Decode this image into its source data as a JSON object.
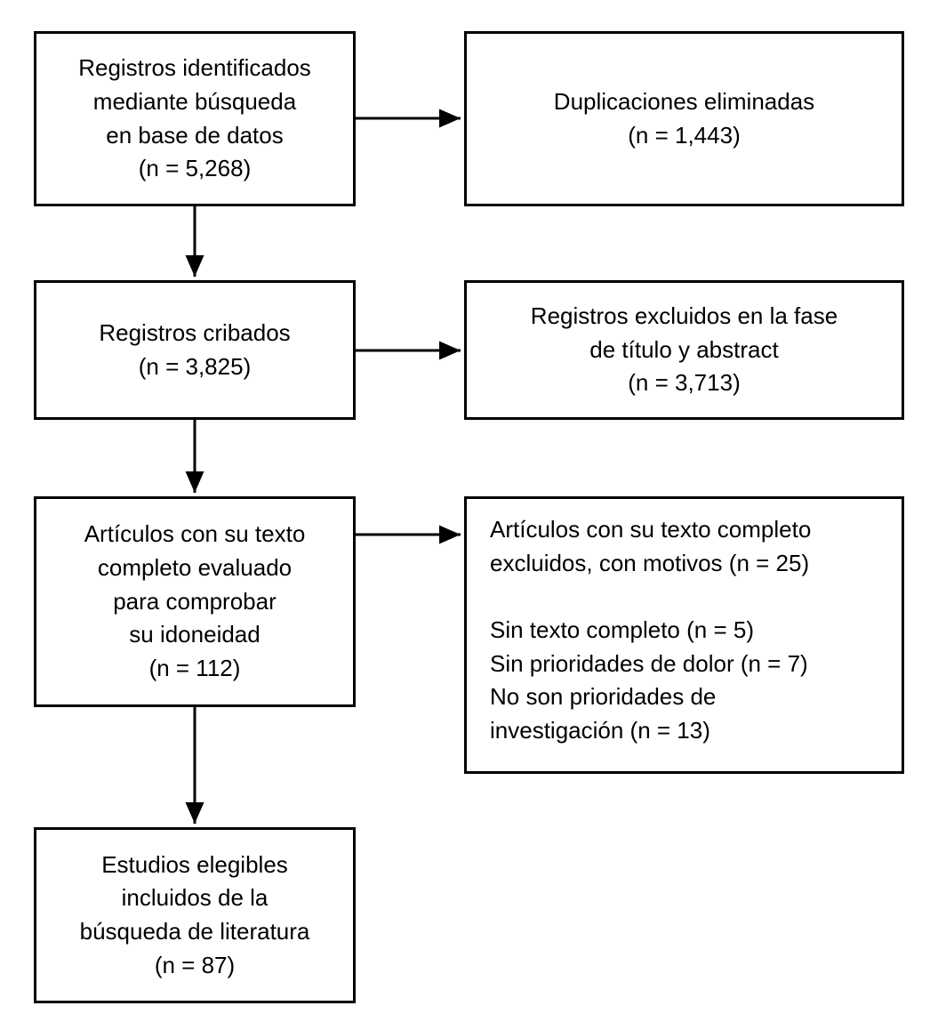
{
  "diagram": {
    "type": "flowchart",
    "language": "es",
    "background_color": "#ffffff",
    "box_border_color": "#000000",
    "text_color": "#000000",
    "boxes": {
      "identified": {
        "text": "Registros identificados\nmediante búsqueda\nen base de datos\n(n = 5,268)",
        "n": 5268
      },
      "duplicates_removed": {
        "text": "Duplicaciones eliminadas\n(n = 1,443)",
        "n": 1443
      },
      "screened": {
        "text": "Registros cribados\n(n = 3,825)",
        "n": 3825
      },
      "excluded_title_abstract": {
        "text": "Registros excluidos en la fase\nde título y abstract\n(n = 3,713)",
        "n": 3713
      },
      "fulltext_assessed": {
        "text": "Artículos con su texto\ncompleto evaluado\npara comprobar\nsu idoneidad\n(n = 112)",
        "n": 112
      },
      "fulltext_excluded": {
        "text": "Artículos con su texto completo\nexcluidos, con motivos (n = 25)\n\nSin texto completo (n = 5)\nSin prioridades de dolor (n = 7)\nNo son prioridades de\ninvestigación (n = 13)",
        "n": 25,
        "reasons": [
          {
            "label": "Sin texto completo",
            "n": 5
          },
          {
            "label": "Sin prioridades de dolor",
            "n": 7
          },
          {
            "label": "No son prioridades de investigación",
            "n": 13
          }
        ]
      },
      "included": {
        "text": "Estudios elegibles\nincluidos de la\nbúsqueda de literatura\n(n = 87)",
        "n": 87
      }
    }
  }
}
